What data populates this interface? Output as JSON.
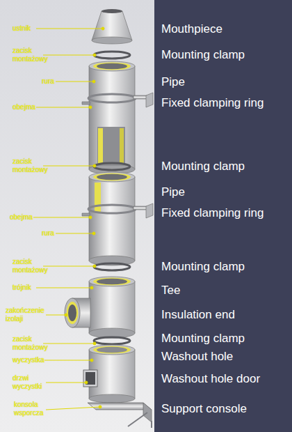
{
  "diagram": {
    "labels": [
      "ustnik",
      "Mouthpiece",
      "zacisk montażowy",
      "Mounting clamp",
      "rura",
      "Pipe",
      "obejma",
      "Fixed clamping ring",
      "zacisk montażowy",
      "Mounting clamp",
      "Pipe",
      "obejma",
      "Fixed clamping ring",
      "rura",
      "zacisk montażowy",
      "Mounting clamp",
      "trójnik",
      "Tee",
      "zakończenie izolaji",
      "Insulation end",
      "zacisk montażowy",
      "Mounting clamp",
      "wyczystka",
      "Washout hole",
      "drzwi wyczystki",
      "Washout hole door",
      "konsola wsporcza",
      "Support console"
    ]
  }
}
